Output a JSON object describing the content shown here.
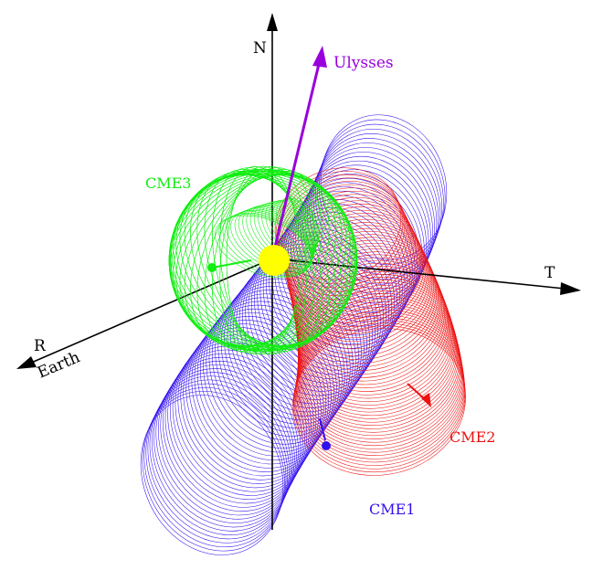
{
  "axes": {
    "n_label": "N",
    "t_label": "T",
    "r_label": "R",
    "earth_label": "Earth",
    "axis_color": "#000000"
  },
  "probe": {
    "label": "Ulysses",
    "color": "#9900dd"
  },
  "sun": {
    "color": "#ffff00"
  },
  "cmes": [
    {
      "label": "CME1",
      "color": "#3311ee"
    },
    {
      "label": "CME2",
      "color": "#ee1111"
    },
    {
      "label": "CME3",
      "color": "#11ee11"
    }
  ]
}
